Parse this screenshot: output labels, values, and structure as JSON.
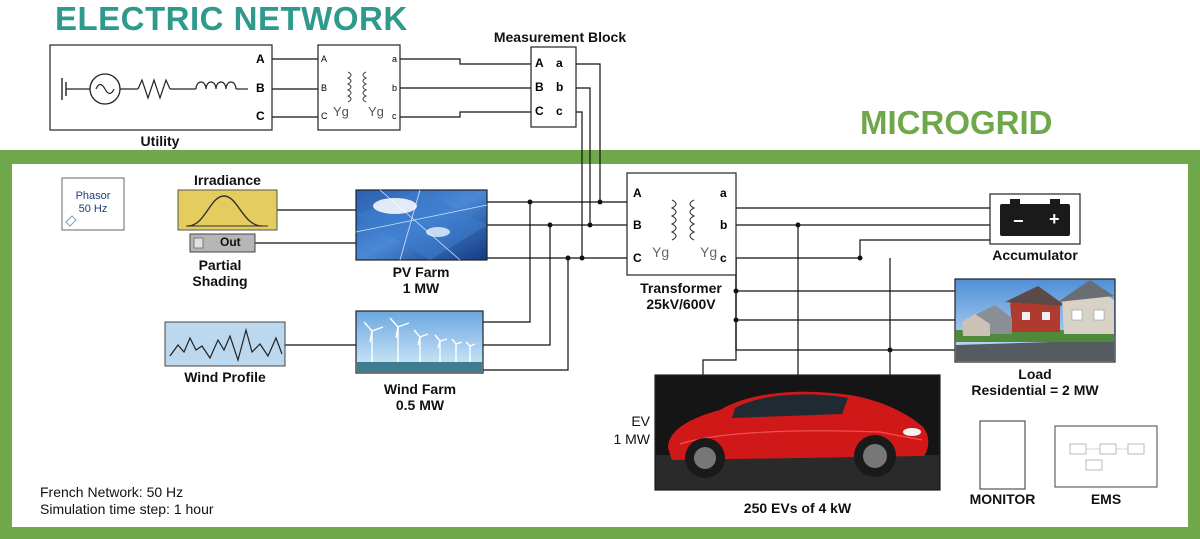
{
  "header": {
    "electric_network": "ELECTRIC NETWORK",
    "microgrid": "MICROGRID"
  },
  "blocks": {
    "utility": {
      "label": "Utility",
      "ports": [
        "A",
        "B",
        "C"
      ]
    },
    "grid_transformer": {
      "ports_left": [
        "A",
        "B",
        "C"
      ],
      "ports_right": [
        "a",
        "b",
        "c"
      ],
      "winding1": "Yg",
      "winding2": "Yg"
    },
    "measurement": {
      "label": "Measurement Block",
      "ports_left": [
        "A",
        "B",
        "C"
      ],
      "ports_right": [
        "a",
        "b",
        "c"
      ]
    },
    "phasor": {
      "line1": "Phasor",
      "line2": "50 Hz"
    },
    "irradiance": {
      "label": "Irradiance"
    },
    "partial_shading": {
      "out": "Out",
      "line1": "Partial",
      "line2": "Shading"
    },
    "pv_farm": {
      "line1": "PV Farm",
      "line2": "1 MW"
    },
    "wind_profile": {
      "label": "Wind Profile"
    },
    "wind_farm": {
      "line1": "Wind Farm",
      "line2": "0.5 MW"
    },
    "transformer": {
      "line1": "Transformer",
      "line2": "25kV/600V",
      "ports_left": [
        "A",
        "B",
        "C"
      ],
      "ports_right": [
        "a",
        "b",
        "c"
      ],
      "winding1": "Yg",
      "winding2": "Yg"
    },
    "accumulator": {
      "label": "Accumulator",
      "minus": "−",
      "plus": "+"
    },
    "load": {
      "line1": "Load",
      "line2": "Residential = 2 MW"
    },
    "ev": {
      "side1": "EV",
      "side2": "1 MW",
      "label": "250 EVs of 4 kW"
    },
    "monitor": {
      "label": "MONITOR"
    },
    "ems": {
      "label": "EMS"
    }
  },
  "notes": {
    "line1": "French Network: 50 Hz",
    "line2": "Simulation time step: 1 hour"
  },
  "colors": {
    "electric_title": "#2e9a8c",
    "microgrid_title": "#6fa84a",
    "frame": "#6fa84a",
    "irradiance_fill": "#e4cd5e",
    "wind_fill": "#bcd8ef",
    "ev_car": "#d11818"
  }
}
